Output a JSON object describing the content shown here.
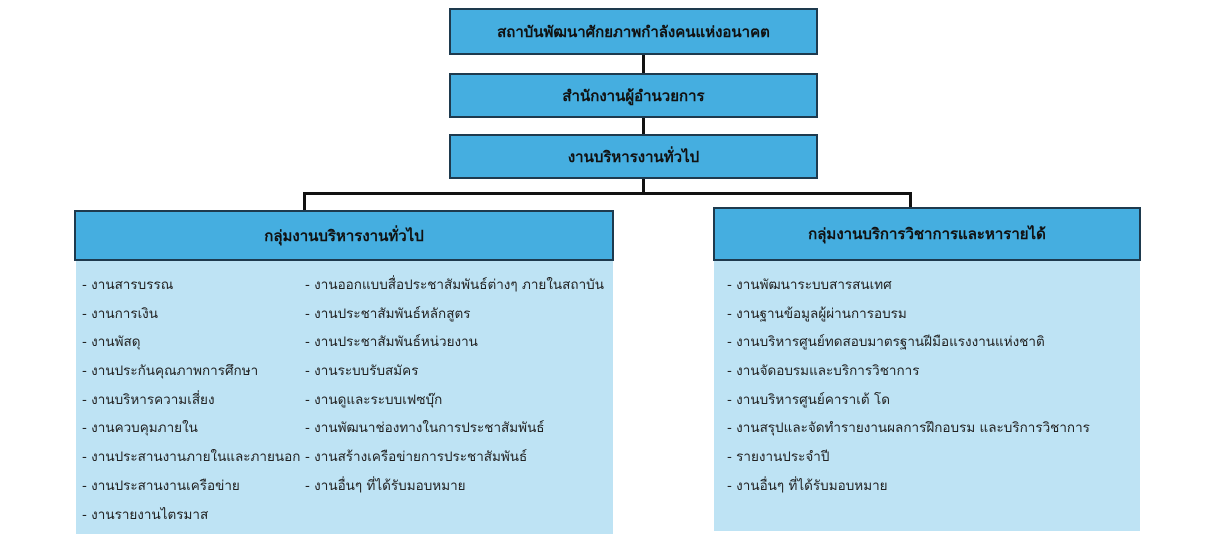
{
  "top": "สถาบันพัฒนาศักยภาพกำลังคนแห่งอนาคต",
  "office": "สำนักงานผู้อำนวยการ",
  "general": "งานบริหารงานทั่วไป",
  "left_group": {
    "title": "กลุ่มงานบริหารงานทั่วไป",
    "col1": [
      "- งานสารบรรณ",
      "- งานการเงิน",
      "- งานพัสดุ",
      "- งานประกันคุณภาพการศึกษา",
      "- งานบริหารความเสี่ยง",
      "- งานควบคุมภายใน",
      "- งานประสานงานภายในและภายนอก",
      "- งานประสานงานเครือข่าย",
      "- งานรายงานไตรมาส"
    ],
    "col2": [
      "- งานออกแบบสื่อประชาสัมพันธ์ต่างๆ ภายในสถาบัน",
      "- งานประชาสัมพันธ์หลักสูตร",
      "- งานประชาสัมพันธ์หน่วยงาน",
      "- งานระบบรับสมัคร",
      "- งานดูและระบบเฟซบุ๊ก",
      "- งานพัฒนาช่องทางในการประชาสัมพันธ์",
      "- งานสร้างเครือข่ายการประชาสัมพันธ์",
      "- งานอื่นๆ ที่ได้รับมอบหมาย"
    ]
  },
  "right_group": {
    "title": "กลุ่มงานบริการวิชาการและหารายได้",
    "items": [
      "- งานพัฒนาระบบสารสนเทศ",
      "- งานฐานข้อมูลผู้ผ่านการอบรม",
      "- งานบริหารศูนย์ทดสอบมาตรฐานฝีมือแรงงานแห่งชาติ",
      "- งานจัดอบรมและบริการวิชาการ",
      "- งานบริหารศูนย์คาราเต้ โด",
      "- งานสรุปและจัดทำรายงานผลการฝึกอบรม และบริการวิชาการ",
      "- รายงานประจำปี",
      "- งานอื่นๆ ที่ได้รับมอบหมาย"
    ]
  }
}
